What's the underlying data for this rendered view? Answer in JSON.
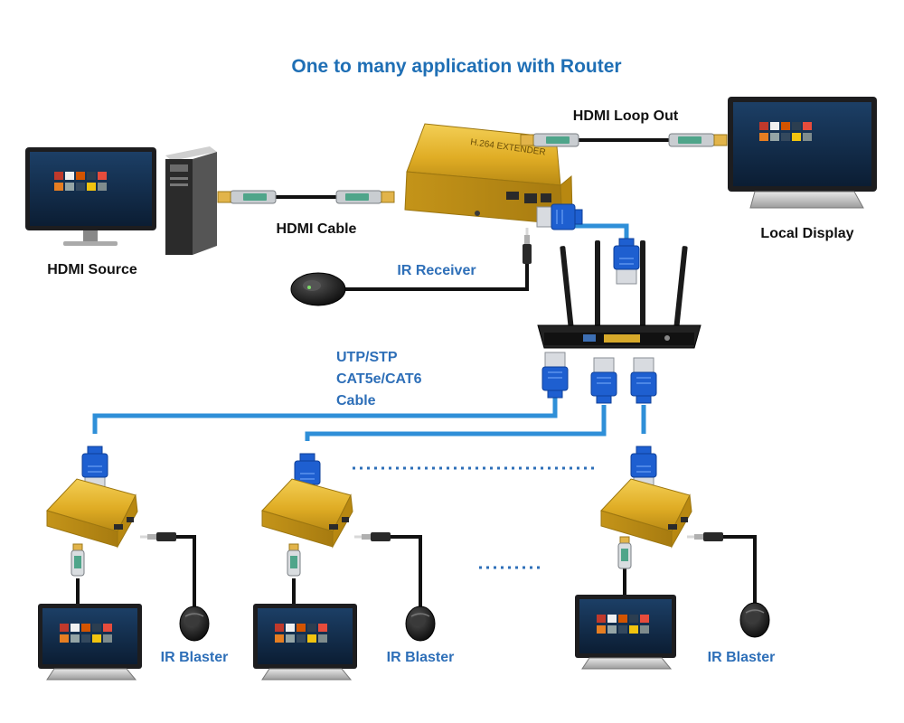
{
  "title": "One to many application with Router",
  "labels": {
    "hdmi_source": "HDMI Source",
    "hdmi_cable": "HDMI Cable",
    "ir_receiver": "IR Receiver",
    "hdmi_loop_out": "HDMI Loop Out",
    "local_display": "Local Display",
    "cable_line1": "UTP/STP",
    "cable_line2": "CAT5e/CAT6",
    "cable_line3": "Cable",
    "ir_blaster_1": "IR Blaster",
    "ir_blaster_2": "IR Blaster",
    "ir_blaster_3": "IR Blaster"
  },
  "colors": {
    "title": "#1f6fb5",
    "label_blue": "#2e6fb8",
    "ethernet_cable": "#2f8fd8",
    "connector_blue": "#1e5fd0",
    "device_gold": "#e3b52c",
    "dots": "#2e6fb8"
  }
}
